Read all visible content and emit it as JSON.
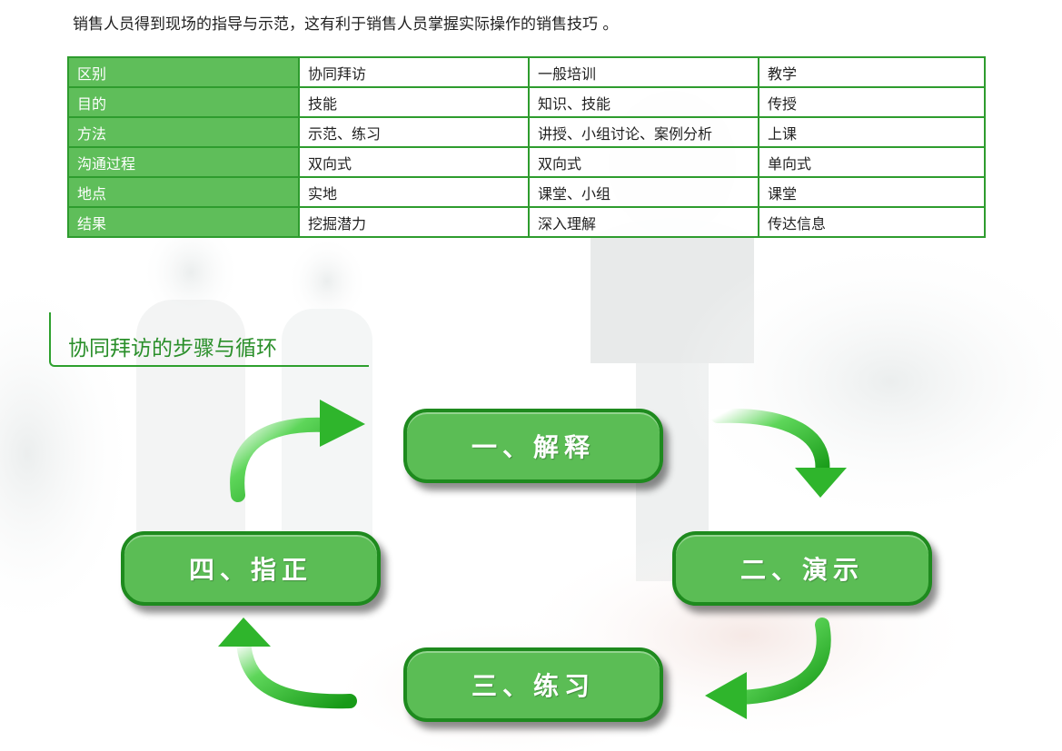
{
  "intro_text": "销售人员得到现场的指导与示范，这有利于销售人员掌握实际操作的销售技巧 。",
  "table": {
    "rows": [
      [
        "区别",
        "协同拜访",
        "一般培训",
        "教学"
      ],
      [
        "目的",
        "技能",
        "知识、技能",
        "传授"
      ],
      [
        "方法",
        "示范、练习",
        "讲授、小组讨论、案例分析",
        "上课"
      ],
      [
        "沟通过程",
        "双向式",
        "双向式",
        "单向式"
      ],
      [
        "地点",
        "实地",
        "课堂、小组",
        "课堂"
      ],
      [
        "结果",
        "挖掘潜力",
        "深入理解",
        "传达信息"
      ]
    ]
  },
  "section_title": "协同拜访的步骤与循环",
  "steps": {
    "step1": "一、解释",
    "step2": "二、演示",
    "step3": "三、练习",
    "step4": "四、指正"
  },
  "colors": {
    "header_cell": "#5fbe5a",
    "border": "#2e9c2e",
    "step_fill": "#5bbd55",
    "step_border": "#1e8a1e",
    "title_text": "#2a8f2a"
  },
  "icons": {
    "cycle_arrows": "curved-arrow-icon"
  }
}
